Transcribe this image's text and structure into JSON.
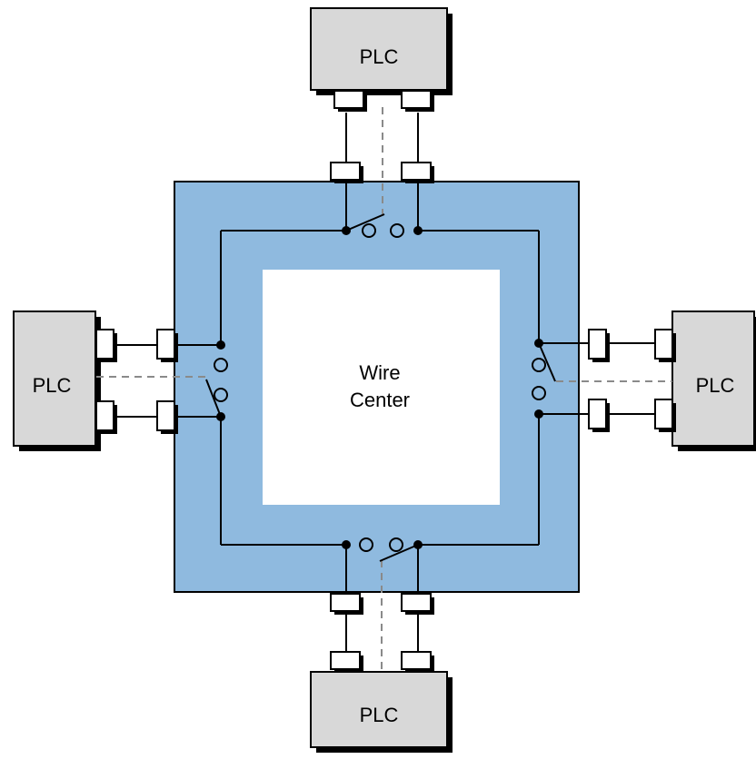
{
  "plcs": [
    {
      "position": "top",
      "label": "PLC"
    },
    {
      "position": "left",
      "label": "PLC"
    },
    {
      "position": "right",
      "label": "PLC"
    },
    {
      "position": "bottom",
      "label": "PLC"
    }
  ],
  "center": {
    "line1": "Wire",
    "line2": "Center"
  },
  "colors": {
    "ring": "#8fbadf",
    "plc_fill": "#d8d8d8",
    "shadow": "#000000",
    "wire": "#000000",
    "dashed": "#8a8a8a",
    "inner": "#ffffff"
  }
}
